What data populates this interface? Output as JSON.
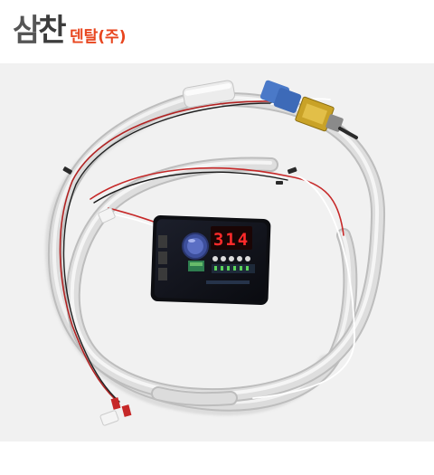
{
  "brand": {
    "logo_text_a": "삼",
    "logo_text_b": "찬",
    "company_name": "덴탈(주)",
    "accent_color": "#e8451e"
  },
  "photo": {
    "subject": "product-photo",
    "display_reading": "314",
    "display_color": "#ff2a2a"
  }
}
